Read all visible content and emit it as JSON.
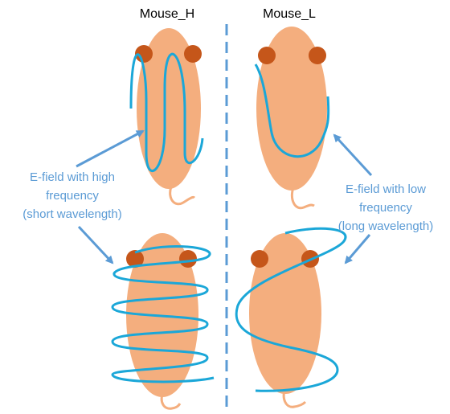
{
  "titles": {
    "left": "Mouse_H",
    "right": "Mouse_L"
  },
  "annotations": {
    "high": [
      "E-field with high",
      "frequency",
      "(short wavelength)"
    ],
    "low": [
      "E-field with low",
      "frequency",
      "(long wavelength)"
    ]
  },
  "colors": {
    "body": "#F4AE7E",
    "ear": "#C5561A",
    "tail": "#F4AE7E",
    "wave": "#1BA7D8",
    "arrow": "#5B9BD5",
    "divider": "#5B9BD5",
    "label": "#5B9BD5",
    "title": "#000000"
  }
}
